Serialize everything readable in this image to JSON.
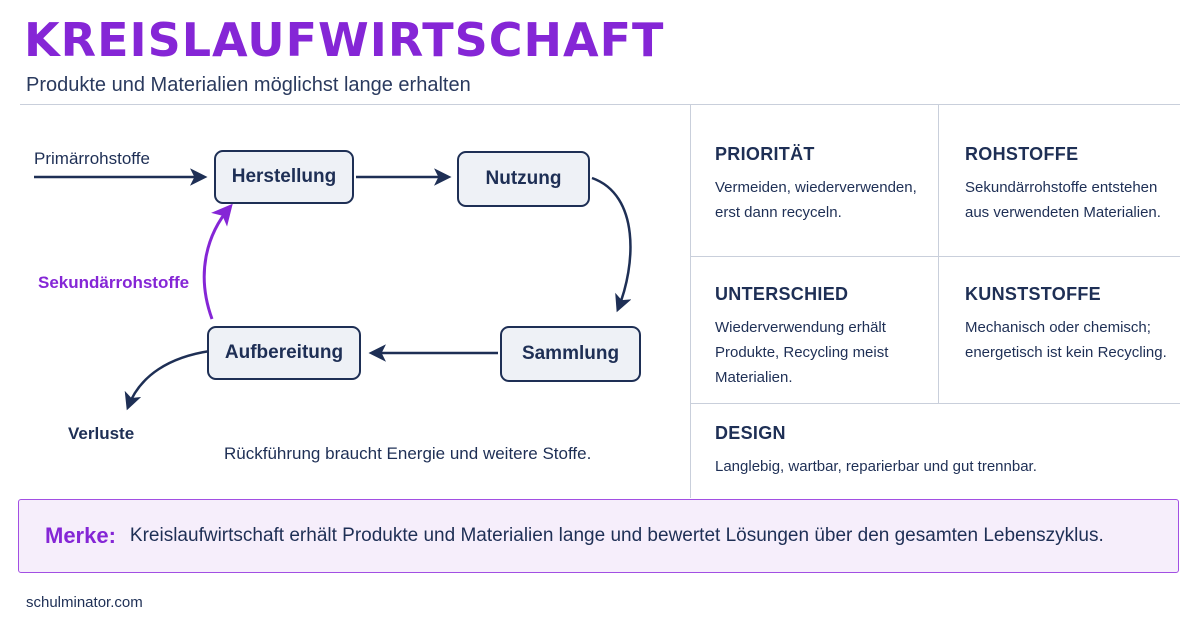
{
  "header": {
    "title": "KREISLAUFWIRTSCHAFT",
    "subtitle": "Produkte und Materialien möglichst lange erhalten"
  },
  "diagram": {
    "nodes": {
      "herstellung": "Herstellung",
      "nutzung": "Nutzung",
      "sammlung": "Sammlung",
      "aufbereitung": "Aufbereitung"
    },
    "labels": {
      "primary": "Primärrohstoffe",
      "secondary": "Sekundärrohstoffe",
      "loss": "Verluste",
      "note": "Rückführung braucht Energie und weitere Stoffe."
    },
    "colors": {
      "navy": "#1e2f55",
      "purple": "#8526d6",
      "node_fill": "#eef1f6"
    }
  },
  "cards": {
    "prioritaet": {
      "heading": "PRIORITÄT",
      "line1": "Vermeiden, wiederverwenden,",
      "line2": "erst dann recyceln."
    },
    "rohstoffe": {
      "heading": "ROHSTOFFE",
      "line1": "Sekundärrohstoffe entstehen",
      "line2": "aus verwendeten Materialien."
    },
    "unterschied": {
      "heading": "UNTERSCHIED",
      "line1": "Wiederverwendung erhält",
      "line2": "Produkte, Recycling meist",
      "line3": "Materialien."
    },
    "kunststoffe": {
      "heading": "KUNSTSTOFFE",
      "line1": "Mechanisch oder chemisch;",
      "line2": "energetisch ist kein Recycling."
    },
    "design": {
      "heading": "DESIGN",
      "line1": "Langlebig, wartbar, reparierbar und gut trennbar."
    }
  },
  "callout": {
    "label": "Merke:",
    "text": "Kreislaufwirtschaft erhält Produkte und Materialien lange und bewertet Lösungen über den gesamten Lebenszyklus."
  },
  "footer": {
    "source": "schulminator.com"
  }
}
